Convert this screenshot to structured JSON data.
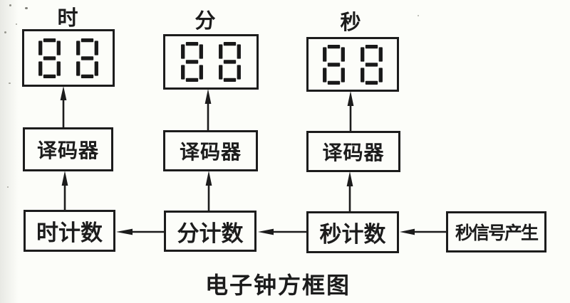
{
  "diagram": {
    "caption": "电子钟方框图",
    "display_value": "88",
    "columns": [
      {
        "unit_label": "时",
        "decoder_label": "译码器",
        "counter_label": "时计数"
      },
      {
        "unit_label": "分",
        "decoder_label": "译码器",
        "counter_label": "分计数"
      },
      {
        "unit_label": "秒",
        "decoder_label": "译码器",
        "counter_label": "秒计数"
      }
    ],
    "signal_source_label": "秒信号产生",
    "colors": {
      "ink": "#1c1c1c",
      "paper": "#fcfdf9"
    }
  }
}
